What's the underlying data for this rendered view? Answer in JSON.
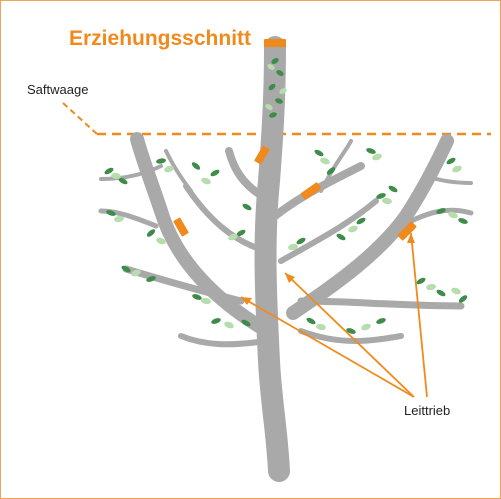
{
  "title": "Erziehungsschnitt",
  "labels": {
    "saftwaage": "Saftwaage",
    "leittrieb": "Leittrieb"
  },
  "colors": {
    "accent": "#f08a1c",
    "branch": "#a9a9a9",
    "leaf_dark": "#3d8c4a",
    "leaf_light": "#b7dcae",
    "frame": "#f0a25a"
  }
}
